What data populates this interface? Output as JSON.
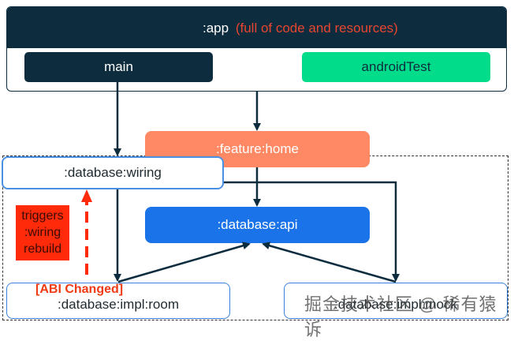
{
  "diagram": {
    "app": {
      "label": ":app",
      "note": "(full of code and resources)"
    },
    "source_sets": [
      {
        "label": "main",
        "color": "#0d2d3f"
      },
      {
        "label": "androidTest",
        "color": "#00dc8a"
      }
    ],
    "modules": {
      "feature_home": ":feature:home",
      "database_wiring": ":database:wiring",
      "database_api": ":database:api",
      "database_impl_room": ":database:impl:room",
      "database_impl_mock": ":database:impl:mock"
    },
    "annotations": {
      "triggers": [
        "triggers",
        ":wiring",
        "rebuild"
      ],
      "abi_changed": "[ABI Changed]"
    },
    "watermark": "掘金技术社区 @ 稀有猿诉",
    "colors": {
      "dark_navy": "#0d2d3f",
      "accent_red": "#e8452f",
      "feature_orange": "#ff8964",
      "api_blue": "#1a73e8",
      "test_green": "#00dc8a"
    }
  }
}
